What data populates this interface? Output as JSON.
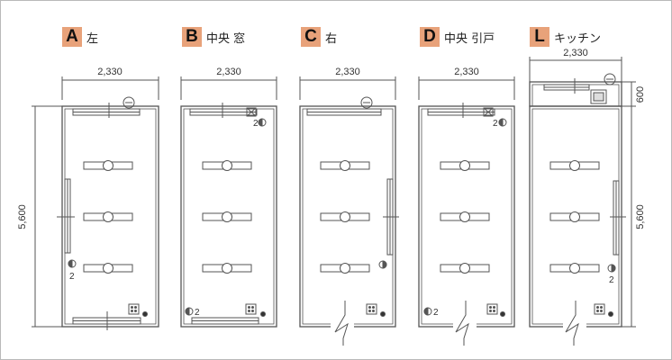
{
  "plans": [
    {
      "id": "A",
      "letter": "A",
      "label": "左",
      "width_dim": "2,330"
    },
    {
      "id": "B",
      "letter": "B",
      "label": "中央 窓",
      "width_dim": "2,330"
    },
    {
      "id": "C",
      "letter": "C",
      "label": "右",
      "width_dim": "2,330"
    },
    {
      "id": "D",
      "letter": "D",
      "label": "中央 引戸",
      "width_dim": "2,330"
    },
    {
      "id": "L",
      "letter": "L",
      "label": "キッチン",
      "width_dim": "2,330"
    }
  ],
  "dimensions": {
    "height_left": "5,600",
    "kitchen_top": "600",
    "kitchen_side": "5,600"
  },
  "outlet_label": "2",
  "colors": {
    "badge": "#e8a27a",
    "line": "#555555",
    "frame": "#b9b9b9"
  }
}
